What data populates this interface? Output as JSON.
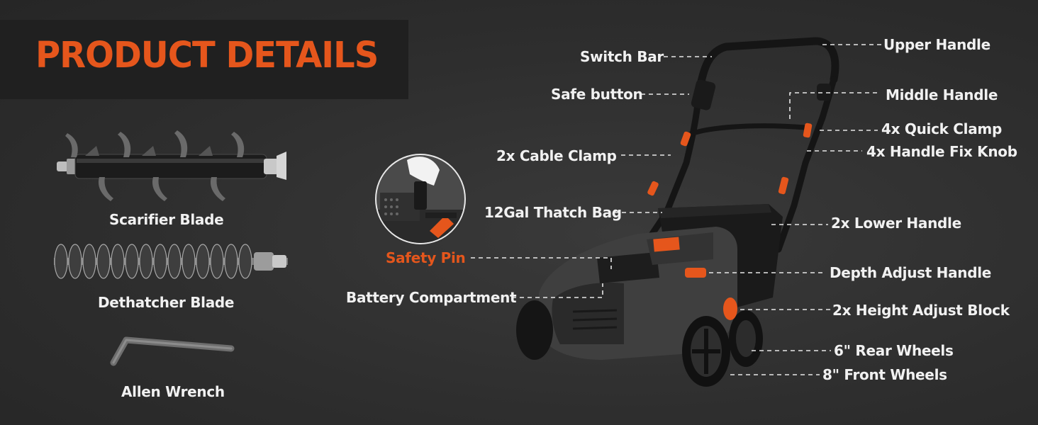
{
  "heading": "PRODUCT DETAILS",
  "accessories": {
    "scarifier": "Scarifier Blade",
    "dethatcher": "Dethatcher Blade",
    "wrench": "Allen Wrench"
  },
  "inset": {
    "label": "Safety Pin"
  },
  "callouts": {
    "switch_bar": "Switch Bar",
    "safe_button": "Safe button",
    "cable_clamp": "2x Cable Clamp",
    "thatch_bag": "12Gal Thatch Bag",
    "battery": "Battery Compartment",
    "upper_handle": "Upper Handle",
    "middle_handle": "Middle Handle",
    "quick_clamp": "4x Quick Clamp",
    "fix_knob": "4x Handle Fix Knob",
    "lower_handle": "2x Lower Handle",
    "depth_adjust": "Depth Adjust Handle",
    "height_block": "2x Height Adjust Block",
    "rear_wheels": "6\" Rear Wheels",
    "front_wheels": "8\" Front Wheels"
  },
  "colors": {
    "accent": "#e5561c",
    "background": "#2f2f2f",
    "text": "#f1f1f1"
  }
}
